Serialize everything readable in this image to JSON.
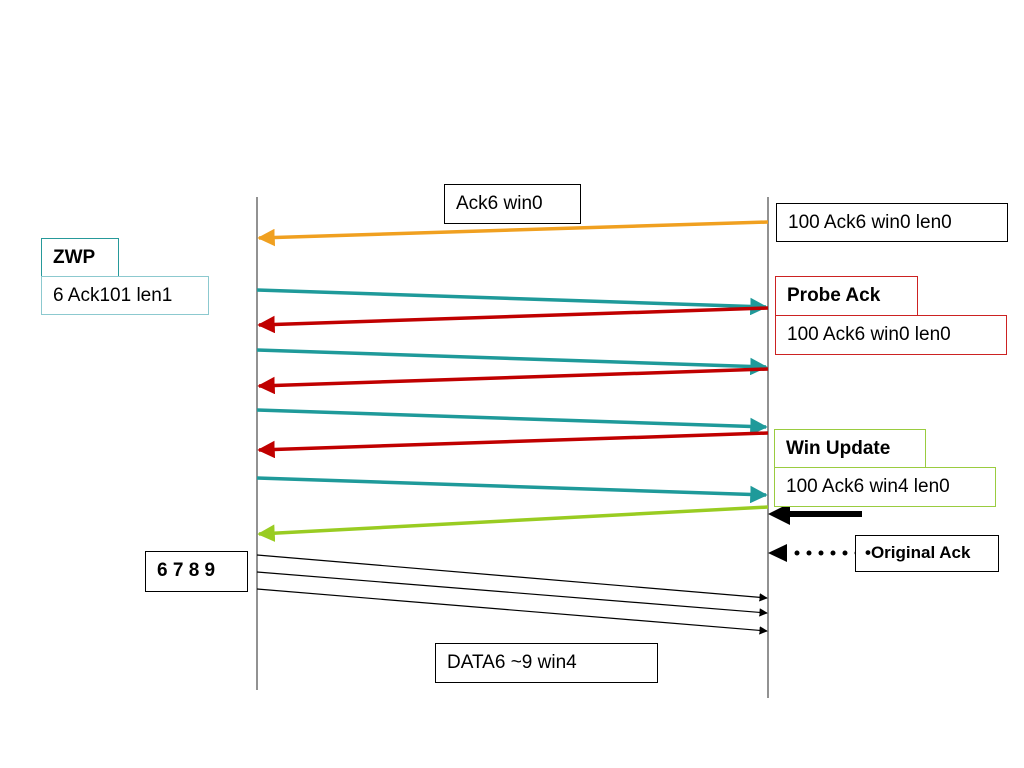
{
  "labels": {
    "ack6_win0": "Ack6 win0",
    "zwp": "ZWP",
    "zwp_packet": "6 Ack101 len1",
    "receiver_ack_1": "100 Ack6 win0 len0",
    "probe_ack": "Probe Ack",
    "receiver_ack_2": "100 Ack6 win0 len0",
    "win_update": "Win Update",
    "receiver_ack_3": "100 Ack6 win4 len0",
    "original_ack": "•Original Ack",
    "data_segments": "6 7 8 9",
    "data_label": "DATA6 ~9 win4"
  },
  "colors": {
    "lifeline": "#6e6e6e",
    "ack_orange": "#f0a020",
    "probe_teal": "#1f9a9a",
    "probe_ack_red": "#c00000",
    "update_green": "#99cc22",
    "data_black": "#000000"
  },
  "icons": {
    "solid_pointer": "left-arrow-icon",
    "dotted_pointer": "dotted-left-arrow-icon"
  }
}
